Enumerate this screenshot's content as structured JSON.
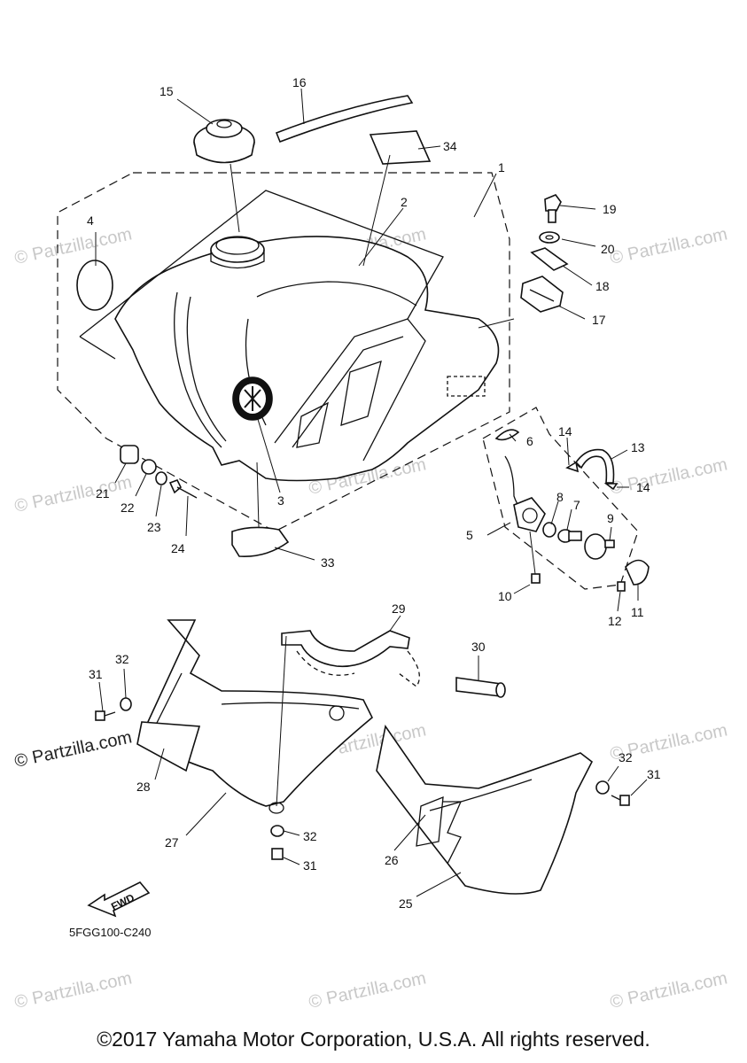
{
  "diagram": {
    "reference_code": "5FGG100-C240",
    "fwd_label": "FWD",
    "watermark": "© Partzilla.com",
    "callouts": [
      "1",
      "2",
      "3",
      "4",
      "5",
      "6",
      "7",
      "8",
      "9",
      "10",
      "11",
      "12",
      "13",
      "14",
      "14",
      "15",
      "16",
      "17",
      "18",
      "19",
      "20",
      "21",
      "22",
      "23",
      "24",
      "25",
      "26",
      "27",
      "28",
      "29",
      "30",
      "31",
      "31",
      "31",
      "32",
      "32",
      "32",
      "33",
      "34"
    ]
  },
  "footer": {
    "copyright": "©2017 Yamaha Motor Corporation, U.S.A. All rights reserved."
  },
  "colors": {
    "line": "#111111",
    "watermark": "#c8c8c8",
    "background": "#ffffff"
  }
}
